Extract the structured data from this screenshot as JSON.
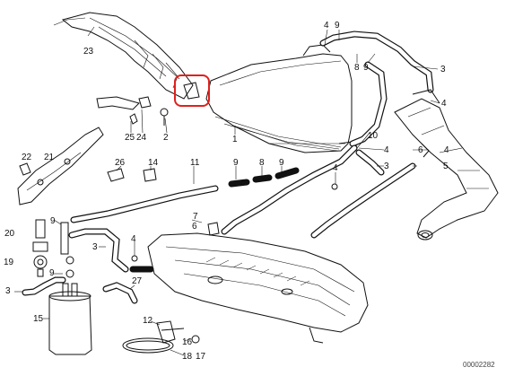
{
  "callouts": {
    "c23": "23",
    "c4a": "4",
    "c9a": "9",
    "c8a": "8",
    "c9b": "9",
    "c3a": "3",
    "c4b": "4",
    "c25": "25",
    "c24": "24",
    "c2": "2",
    "c1": "1",
    "c10": "10",
    "c4c": "4",
    "c6a": "6",
    "c4d": "4",
    "c3b": "3",
    "c5": "5",
    "c22": "22",
    "c21": "21",
    "c26": "26",
    "c14": "14",
    "c11": "11",
    "c9c": "9",
    "c8b": "8",
    "c9d": "9",
    "c4e": "4",
    "c7": "7",
    "c6b": "6",
    "c20": "20",
    "c9e": "9",
    "c3c": "3",
    "c4f": "4",
    "c19": "19",
    "c9f": "9",
    "c3d": "3",
    "c27": "27",
    "c15": "15",
    "c12": "12",
    "c16": "16",
    "c18": "18",
    "c17": "17"
  },
  "reference_number": "00002282",
  "highlight_color": "#e0201c"
}
